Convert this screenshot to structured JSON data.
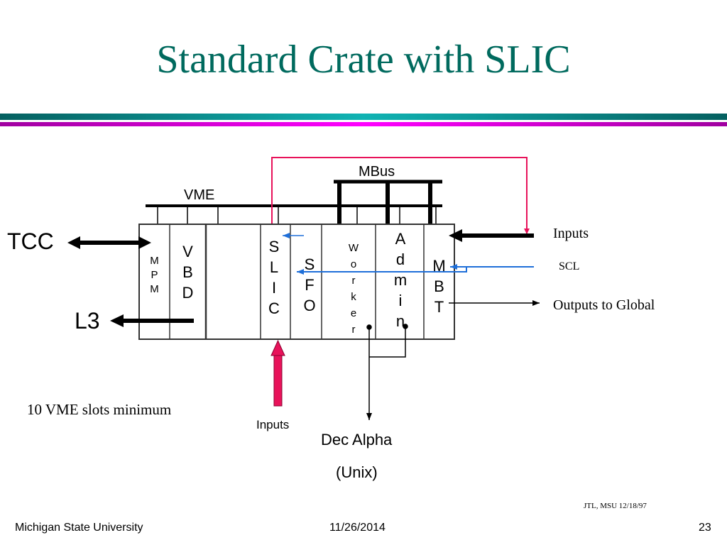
{
  "slide": {
    "title": "Standard Crate with SLIC",
    "accent_colors": {
      "title": "#006a5e",
      "rule_teal": "#10b3b3",
      "rule_magenta": "#ff00ff",
      "pink_arrow": "#e8125a",
      "blue_arrow": "#1e6fd9"
    }
  },
  "diagram": {
    "bus_labels": {
      "vme": "VME",
      "mbus": "MBus"
    },
    "slots": [
      {
        "id": "mpm",
        "text": "M\nP\nM"
      },
      {
        "id": "vbd",
        "text": "V\nB\nD"
      },
      {
        "id": "empty",
        "text": ""
      },
      {
        "id": "slic",
        "text": "S\nL\nI\nC"
      },
      {
        "id": "sfo",
        "text": "S\nF\nO"
      },
      {
        "id": "worker",
        "text": "W\no\nr\nk\ne\nr"
      },
      {
        "id": "admin",
        "text": "A\nd\nm\ni\nn"
      },
      {
        "id": "mbt",
        "text": "M\nB\nT"
      }
    ],
    "left_labels": {
      "tcc": "TCC",
      "l3": "L3"
    },
    "right_labels": {
      "inputs": "Inputs",
      "scl": "SCL",
      "outputs": "Outputs to Global"
    },
    "bottom_labels": {
      "inputs": "Inputs",
      "dec_alpha": "Dec Alpha",
      "unix": "(Unix)"
    },
    "note": "10 VME slots minimum"
  },
  "credit": "JTL, MSU 12/18/97",
  "footer": {
    "left": "Michigan State University",
    "center": "11/26/2014",
    "page": "23"
  }
}
